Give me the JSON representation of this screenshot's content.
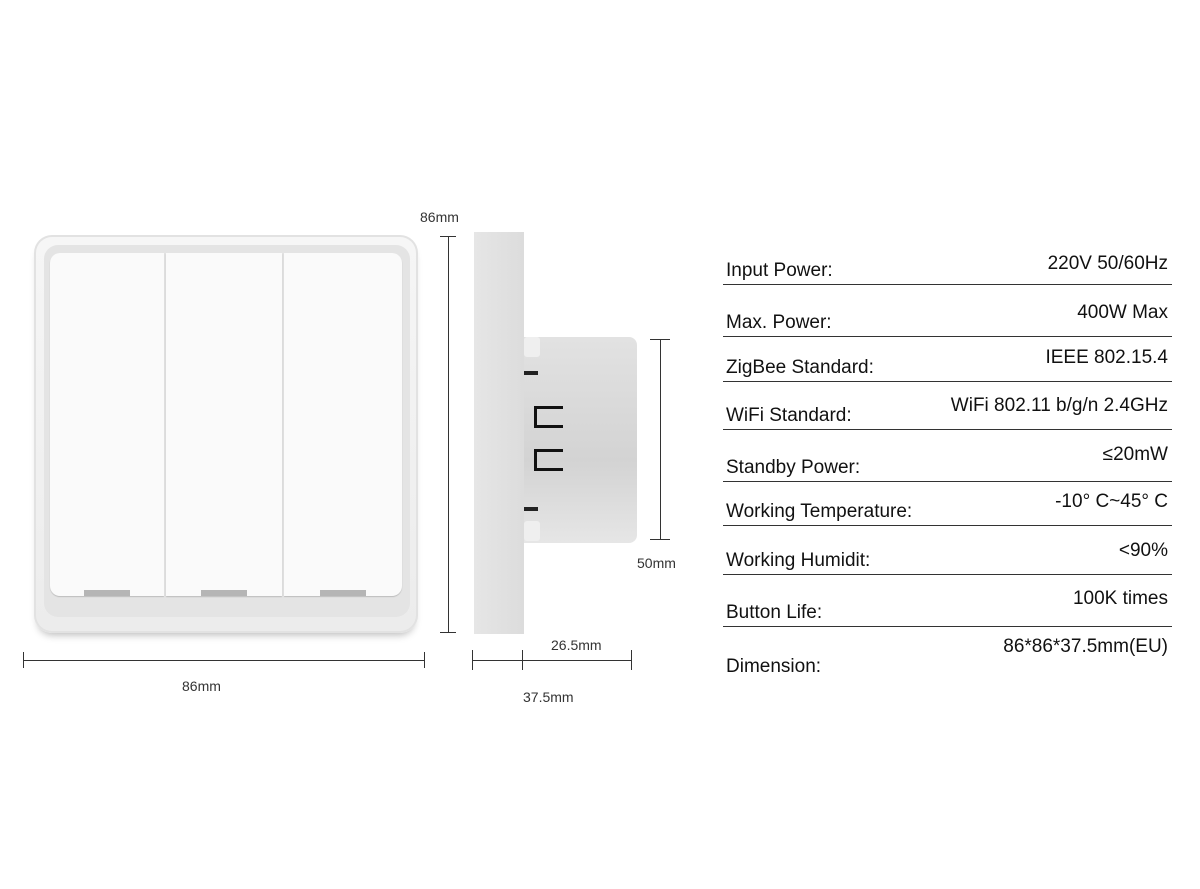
{
  "dimensions": {
    "front_height": "86mm",
    "front_width": "86mm",
    "module_height": "50mm",
    "module_depth": "26.5mm",
    "total_depth": "37.5mm"
  },
  "product": {
    "gang_count": 3
  },
  "specs": [
    {
      "label": "Input Power:",
      "value": "220V 50/60Hz"
    },
    {
      "label": "Max. Power:",
      "value": "400W Max"
    },
    {
      "label": "ZigBee Standard:",
      "value": "IEEE 802.15.4"
    },
    {
      "label": "WiFi Standard:",
      "value": "WiFi 802.11 b/g/n 2.4GHz"
    },
    {
      "label": "Standby Power:",
      "value": "≤20mW"
    },
    {
      "label": "Working Temperature:",
      "value": "-10° C~45° C"
    },
    {
      "label": "Working Humidit:",
      "value": "<90%"
    },
    {
      "label": "Button Life:",
      "value": "100K times"
    },
    {
      "label": "Dimension:",
      "value": "86*86*37.5mm(EU)"
    }
  ]
}
